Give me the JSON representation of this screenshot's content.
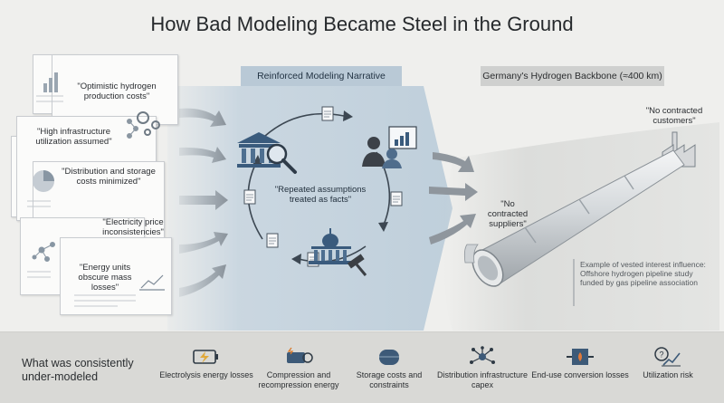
{
  "title": "How Bad Modeling Became Steel in the Ground",
  "documents": [
    {
      "text": "\"Optimistic hydrogen production costs\""
    },
    {
      "text": "\"High infrastructure utilization assumed\""
    },
    {
      "text": "\"Distribution and storage costs minimized\""
    },
    {
      "text": "\"Electricity price inconsistencies\""
    },
    {
      "text": "\"Energy units obscure mass losses\""
    }
  ],
  "narrative": {
    "label": "Reinforced Modeling Narrative",
    "loop_text": "\"Repeated assumptions treated as facts\""
  },
  "backbone": {
    "label": "Germany's Hydrogen Backbone (≈400 km)",
    "callout_customers": "\"No contracted customers\"",
    "callout_suppliers": "\"No contracted suppliers\"",
    "note": "Example of vested interest influence: Offshore hydrogen pipeline study funded by gas pipeline association"
  },
  "under_modeled": {
    "title": "What was consistently under-modeled",
    "items": [
      {
        "label": "Electrolysis energy losses",
        "icon": "battery-lightning-icon"
      },
      {
        "label": "Compression and recompression energy",
        "icon": "compressor-icon"
      },
      {
        "label": "Storage costs and constraints",
        "icon": "storage-tank-icon"
      },
      {
        "label": "Distribution infrastructure capex",
        "icon": "network-icon"
      },
      {
        "label": "End-use conversion losses",
        "icon": "heat-exchanger-icon"
      },
      {
        "label": "Utilization risk",
        "icon": "question-chart-icon"
      }
    ]
  },
  "colors": {
    "background": "#efefed",
    "narrative_band": "#c8d5df",
    "pill_narrative": "#b9c9d6",
    "pill_backbone": "#cfd0cf",
    "bottom_band": "#d9d9d6",
    "icon_accent": "#3d5a78"
  }
}
